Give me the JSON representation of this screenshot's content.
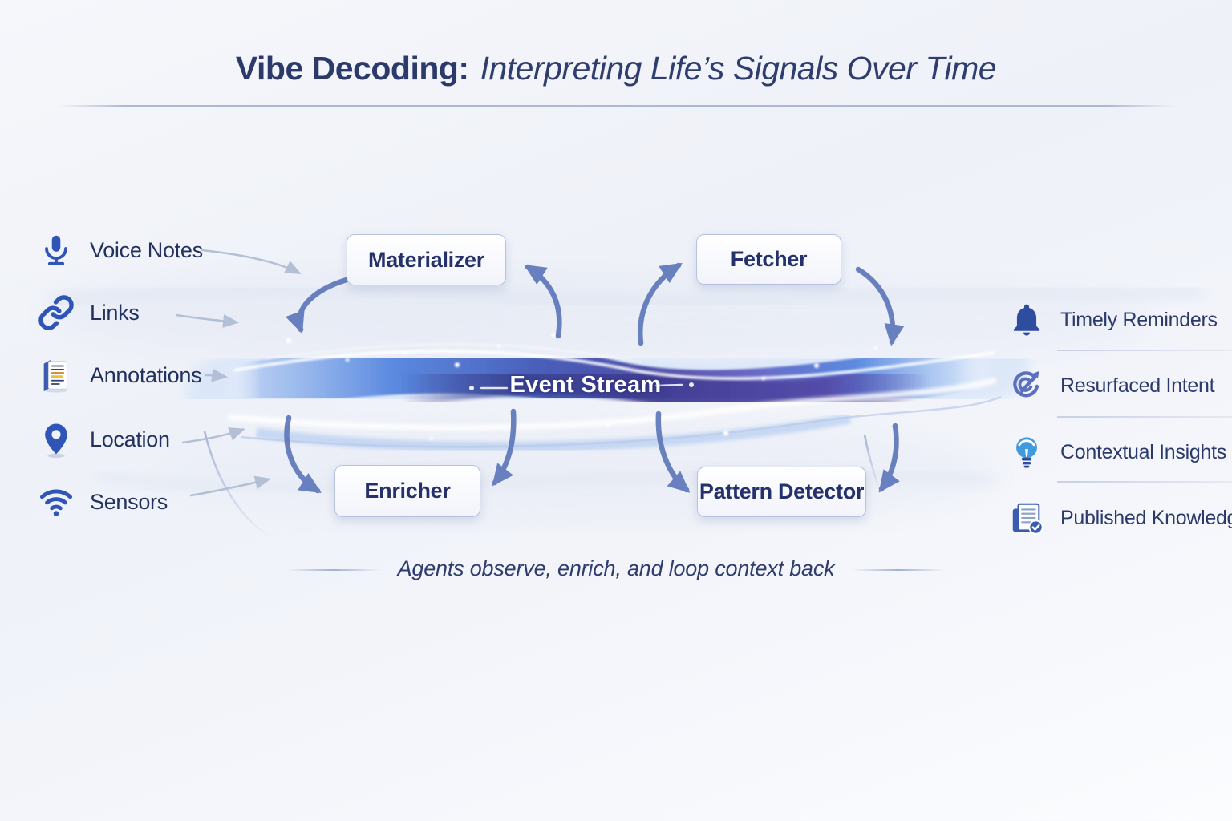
{
  "title": {
    "prefix": "Vibe Decoding:",
    "rest": "Interpreting Life’s Signals Over Time"
  },
  "inputs": [
    {
      "icon": "microphone-icon",
      "label": "Voice Notes"
    },
    {
      "icon": "link-icon",
      "label": "Links"
    },
    {
      "icon": "annotation-icon",
      "label": "Annotations"
    },
    {
      "icon": "location-pin-icon",
      "label": "Location"
    },
    {
      "icon": "wifi-icon",
      "label": "Sensors"
    }
  ],
  "agents": [
    {
      "label": "Materializer"
    },
    {
      "label": "Fetcher"
    },
    {
      "label": "Enricher"
    },
    {
      "label": "Pattern Detector"
    }
  ],
  "stream": {
    "label": "Event Stream"
  },
  "outputs": [
    {
      "icon": "bell-icon",
      "label": "Timely Reminders"
    },
    {
      "icon": "target-arrow-icon",
      "label": "Resurfaced Intent"
    },
    {
      "icon": "lightbulb-icon",
      "label": "Contextual Insights"
    },
    {
      "icon": "document-check-icon",
      "label": "Published Knowledge"
    }
  ],
  "caption": "Agents observe, enrich, and loop context back",
  "colors": {
    "title_navy": "#2c3a6b",
    "label_navy": "#22315e",
    "icon_blue": "#2f55b8",
    "agent_arrow": "#5e77bb",
    "input_arrow": "#b3bfd4",
    "stream_core": "#433f96",
    "stream_blue": "#5b8ae0",
    "bulb_blue": "#3f9be0"
  }
}
